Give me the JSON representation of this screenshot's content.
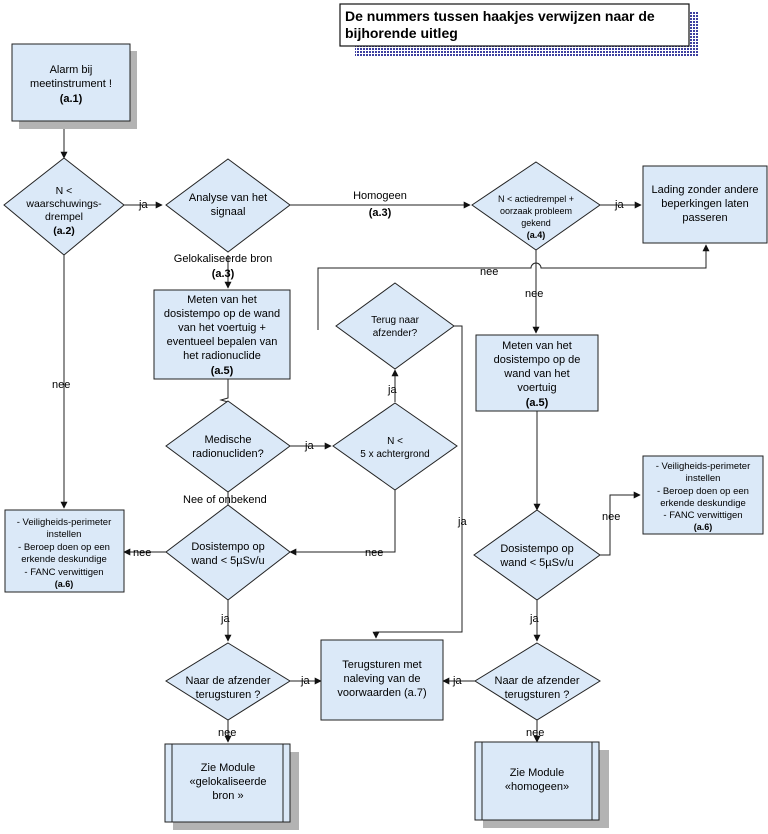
{
  "note": {
    "line1": "De nummers tussen haakjes verwijzen naar de",
    "line2": "bijhorende uitleg"
  },
  "start": {
    "line1": "Alarm bij",
    "line2": "meetinstrument !",
    "ref": "(a.1)"
  },
  "d_threshold": {
    "line1": "N <",
    "line2": "waarschuwings-",
    "line3": "drempel",
    "ref": "(a.2)"
  },
  "d_signal": {
    "line1": "Analyse van het",
    "line2": "signaal"
  },
  "d_action": {
    "line1": "N < actiedrempel +",
    "line2": "oorzaak probleem",
    "line3": "gekend",
    "ref": "(a.4)"
  },
  "b_pass": {
    "line1": "Lading zonder andere",
    "line2": "beperkingen laten",
    "line3": "passeren"
  },
  "b_measure_loc": {
    "line1": "Meten van het",
    "line2": "dosistempo op de wand",
    "line3": "van het voertuig +",
    "line4": "eventueel bepalen van",
    "line5": "het  radionuclide",
    "ref": "(a.5)"
  },
  "d_return_sender": {
    "line1": "Terug naar",
    "line2": "afzender?"
  },
  "b_measure_hom": {
    "line1": "Meten van het",
    "line2": "dosistempo op de",
    "line3": "wand van het",
    "line4": "voertuig",
    "ref": "(a.5)"
  },
  "d_medical": {
    "line1": "Medische",
    "line2": "radionucliden?"
  },
  "d_background": {
    "line1": "N <",
    "line2": "5 x achtergrond"
  },
  "b_safety_left": {
    "line1": "- Veiligheids-perimeter",
    "line2": "instellen",
    "line3": "- Beroep doen op een",
    "line4": "erkende deskundige",
    "line5": "- FANC verwittigen",
    "ref": "(a.6)"
  },
  "b_safety_right": {
    "line1": "- Veiligheids-perimeter",
    "line2": "instellen",
    "line3": "- Beroep doen op een",
    "line4": "erkende deskundige",
    "line5": "- FANC verwittigen",
    "ref": "(a.6)"
  },
  "d_dose_left": {
    "line1": "Dosistempo op",
    "line2": "wand < 5µSv/u"
  },
  "d_dose_right": {
    "line1": "Dosistempo op",
    "line2": "wand  < 5µSv/u"
  },
  "b_return": {
    "line1": "Terugsturen met",
    "line2": "naleving van de",
    "line3": "voorwaarden (a.7)"
  },
  "d_sender_left": {
    "line1": "Naar de afzender",
    "line2": "terugsturen ?"
  },
  "d_sender_right": {
    "line1": "Naar de afzender",
    "line2": "terugsturen ?"
  },
  "m_localized": {
    "line1": "Zie Module",
    "line2": "«gelokaliseerde",
    "line3": "bron »"
  },
  "m_homogeneous": {
    "line1": "Zie Module",
    "line2": "«homogeen»"
  },
  "labels": {
    "ja": "ja",
    "nee": "nee",
    "homogeen": "Homogeen",
    "a3": "(a.3)",
    "gelokaliseerd": "Gelokaliseerde bron",
    "nee_onbekend": "Nee of onbekend"
  }
}
